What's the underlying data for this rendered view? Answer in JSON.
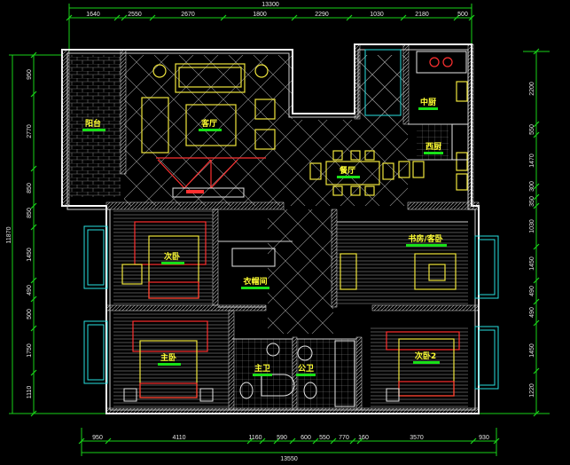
{
  "top_dims": {
    "total": "13300",
    "segments": [
      "1640",
      "2550",
      "2670",
      "1800",
      "2290",
      "1030",
      "2180",
      "500"
    ]
  },
  "bottom_dims": {
    "total": "13550",
    "segments": [
      "950",
      "4110",
      "1160",
      "590",
      "600",
      "550",
      "770",
      "160",
      "3570",
      "930"
    ]
  },
  "left_dims": {
    "total": "11870",
    "segments": [
      "950",
      "2770",
      "850",
      "850",
      "1450",
      "490",
      "500",
      "1750",
      "1110"
    ]
  },
  "right_dims": {
    "total": "",
    "segments": [
      "2200",
      "550",
      "1470",
      "300",
      "350",
      "1030",
      "1450",
      "490",
      "490",
      "1450",
      "1220"
    ]
  },
  "rooms": {
    "balcony": "阳台",
    "living": "客厅",
    "dining": "餐厅",
    "kitchen": "中厨",
    "western_kitchen": "西厨",
    "second_bedroom": "次卧",
    "cloakroom": "衣帽间",
    "study": "书房/客卧",
    "master_bedroom": "主卧",
    "master_bath": "主卫",
    "public_bath": "公卫",
    "third_bedroom": "次卧2"
  },
  "colors": {
    "wall": "#ffffff",
    "dimension": "#19d219",
    "furniture": "#f0e63c",
    "accent_red": "#ff3030",
    "cyan": "#28e0e0",
    "label_bar": "#18e018"
  }
}
